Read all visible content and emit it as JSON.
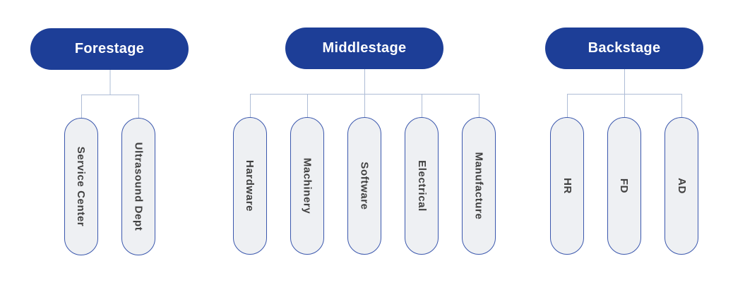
{
  "diagram": {
    "type": "org-chart",
    "groups": [
      {
        "label": "Forestage",
        "children": [
          "Service Center",
          "Ultrasound Dept"
        ]
      },
      {
        "label": "Middlestage",
        "children": [
          "Hardware",
          "Machinery",
          "Software",
          "Electrical",
          "Manufacture"
        ]
      },
      {
        "label": "Backstage",
        "children": [
          "HR",
          "FD",
          "AD"
        ]
      }
    ]
  },
  "colors": {
    "page_bg": "#ffffff",
    "header_bg": "#1d3e97",
    "header_text": "#ffffff",
    "child_bg": "#eef0f3",
    "child_border": "#3a57ad",
    "child_text": "#404040",
    "connector": "#aebcd6"
  }
}
